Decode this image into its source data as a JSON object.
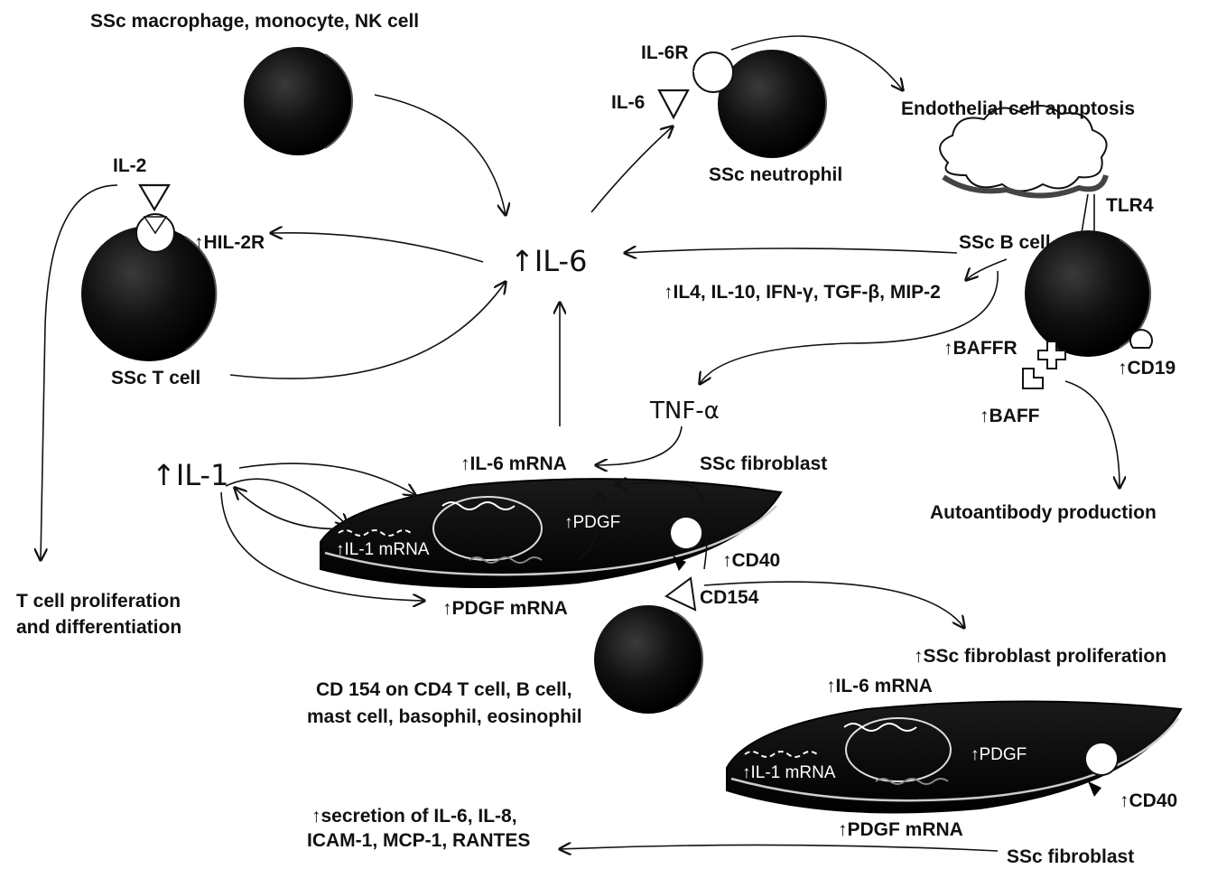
{
  "labels": {
    "macrophage": "SSc macrophage, monocyte, NK cell",
    "il6r": "IL-6R",
    "il6_small": "IL-6",
    "neutrophil": "SSc neutrophil",
    "endothelial": "Endothelial cell apoptosis",
    "tlr4": "TLR4",
    "il2": "IL-2",
    "hil2r": "↑HIL-2R",
    "il6_center": "↑IL-6",
    "sscbcell": "SSc B cell",
    "cytokines": "↑IL4, IL-10, IFN-γ, TGF-β, MIP-2",
    "tcell": "SSc T cell",
    "baffr": "↑BAFFR",
    "cd19": "↑CD19",
    "tnf": "TNF-α",
    "baff": "↑BAFF",
    "il6mrna_top": "↑IL-6 mRNA",
    "fibroblast_top": "SSc fibroblast",
    "il1": "↑IL-1",
    "autoantibody": "Autoantibody production",
    "pdgf_top": "↑PDGF",
    "il1mrna_top": "↑IL-1 mRNA",
    "cd40_top": "↑CD40",
    "tcell_prolif_1": "T cell proliferation",
    "tcell_prolif_2": "and differentiation",
    "cd154": "CD154",
    "pdgfmrna_top": "↑PDGF mRNA",
    "fibro_prolif": "↑SSc fibroblast proliferation",
    "cd154_cells_1": "CD 154 on CD4 T cell, B cell,",
    "cd154_cells_2": "mast cell, basophil, eosinophil",
    "il6mrna_bottom": "↑IL-6 mRNA",
    "pdgf_bottom": "↑PDGF",
    "il1mrna_bottom": "↑IL-1 mRNA",
    "cd40_bottom": "↑CD40",
    "secretion_1": "↑secretion of IL-6, IL-8,",
    "secretion_2": "ICAM-1, MCP-1, RANTES",
    "pdgfmrna_bottom": "↑PDGF mRNA",
    "fibroblast_bottom": "SSc fibroblast"
  }
}
